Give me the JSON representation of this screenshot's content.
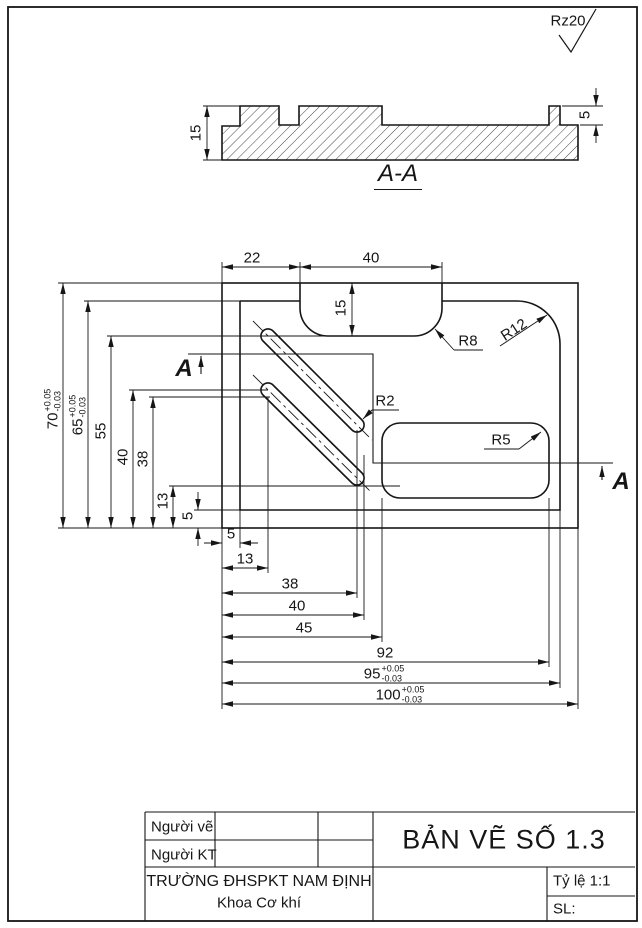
{
  "surface_finish": {
    "label": "Rz20"
  },
  "section": {
    "title": "A-A",
    "dim_thickness": "15",
    "dim_ledge_depth": "5"
  },
  "plan": {
    "cut_label_left": "A",
    "cut_label_right": "A",
    "dim_top_left": "22",
    "dim_top_right": "40",
    "dim_slot_depth": "15",
    "radii": {
      "r8": "R8",
      "r12": "R12",
      "r2": "R2",
      "r5": "R5"
    },
    "left_dims": {
      "d70": {
        "v": "70",
        "p": "+0.05",
        "m": "-0.03"
      },
      "d65": {
        "v": "65",
        "p": "+0.05",
        "m": "-0.03"
      },
      "d55": "55",
      "d40": "40",
      "d38": "38",
      "d13": "13",
      "d5": "5"
    },
    "bottom_dims": {
      "d5": "5",
      "d13": "13",
      "d38": "38",
      "d40": "40",
      "d45": "45",
      "d92": "92",
      "d95": {
        "v": "95",
        "p": "+0.05",
        "m": "-0.03"
      },
      "d100": {
        "v": "100",
        "p": "+0.05",
        "m": "-0.03"
      }
    }
  },
  "title_block": {
    "drawer_label": "Người vẽ",
    "checker_label": "Người KT",
    "title": "BẢN VẼ SỐ 1.3",
    "school": "TRƯỜNG ĐHSPKT NAM ĐỊNH",
    "department": "Khoa Cơ khí",
    "scale_label": "Tỷ lệ 1:1",
    "quantity_label": "SL:"
  }
}
